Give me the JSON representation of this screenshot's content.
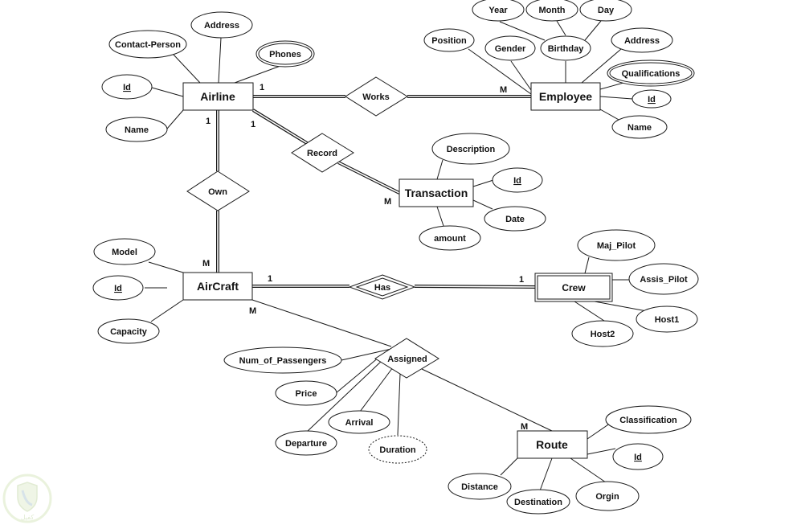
{
  "diagram": {
    "type": "er-diagram",
    "entities": [
      {
        "id": "airline",
        "label": "Airline",
        "kind": "strong"
      },
      {
        "id": "employee",
        "label": "Employee",
        "kind": "strong"
      },
      {
        "id": "transaction",
        "label": "Transaction",
        "kind": "strong"
      },
      {
        "id": "aircraft",
        "label": "AirCraft",
        "kind": "strong"
      },
      {
        "id": "crew",
        "label": "Crew",
        "kind": "weak"
      },
      {
        "id": "route",
        "label": "Route",
        "kind": "strong"
      }
    ],
    "relationships": [
      {
        "id": "works",
        "label": "Works",
        "kind": "normal"
      },
      {
        "id": "record",
        "label": "Record",
        "kind": "normal"
      },
      {
        "id": "own",
        "label": "Own",
        "kind": "normal"
      },
      {
        "id": "has",
        "label": "Has",
        "kind": "identifying"
      },
      {
        "id": "assigned",
        "label": "Assigned",
        "kind": "normal"
      }
    ],
    "attributes": [
      {
        "id": "airline-contact-person",
        "owner": "airline",
        "label": "Contact-Person",
        "kind": "simple"
      },
      {
        "id": "airline-address",
        "owner": "airline",
        "label": "Address",
        "kind": "simple"
      },
      {
        "id": "airline-phones",
        "owner": "airline",
        "label": "Phones",
        "kind": "multivalued"
      },
      {
        "id": "airline-id",
        "owner": "airline",
        "label": "Id",
        "kind": "key"
      },
      {
        "id": "airline-name",
        "owner": "airline",
        "label": "Name",
        "kind": "simple"
      },
      {
        "id": "employee-year",
        "owner": "employee-birthday",
        "label": "Year",
        "kind": "simple"
      },
      {
        "id": "employee-month",
        "owner": "employee-birthday",
        "label": "Month",
        "kind": "simple"
      },
      {
        "id": "employee-day",
        "owner": "employee-birthday",
        "label": "Day",
        "kind": "simple"
      },
      {
        "id": "employee-position",
        "owner": "employee",
        "label": "Position",
        "kind": "simple"
      },
      {
        "id": "employee-gender",
        "owner": "employee",
        "label": "Gender",
        "kind": "simple"
      },
      {
        "id": "employee-birthday",
        "owner": "employee",
        "label": "Birthday",
        "kind": "composite"
      },
      {
        "id": "employee-address",
        "owner": "employee",
        "label": "Address",
        "kind": "simple"
      },
      {
        "id": "employee-qualifications",
        "owner": "employee",
        "label": "Qualifications",
        "kind": "multivalued"
      },
      {
        "id": "employee-id",
        "owner": "employee",
        "label": "Id",
        "kind": "key"
      },
      {
        "id": "employee-name",
        "owner": "employee",
        "label": "Name",
        "kind": "simple"
      },
      {
        "id": "transaction-description",
        "owner": "transaction",
        "label": "Description",
        "kind": "simple"
      },
      {
        "id": "transaction-id",
        "owner": "transaction",
        "label": "Id",
        "kind": "key"
      },
      {
        "id": "transaction-date",
        "owner": "transaction",
        "label": "Date",
        "kind": "simple"
      },
      {
        "id": "transaction-amount",
        "owner": "transaction",
        "label": "amount",
        "kind": "simple"
      },
      {
        "id": "aircraft-model",
        "owner": "aircraft",
        "label": "Model",
        "kind": "simple"
      },
      {
        "id": "aircraft-id",
        "owner": "aircraft",
        "label": "Id",
        "kind": "key"
      },
      {
        "id": "aircraft-capacity",
        "owner": "aircraft",
        "label": "Capacity",
        "kind": "simple"
      },
      {
        "id": "crew-maj-pilot",
        "owner": "crew",
        "label": "Maj_Pilot",
        "kind": "simple"
      },
      {
        "id": "crew-assis-pilot",
        "owner": "crew",
        "label": "Assis_Pilot",
        "kind": "simple"
      },
      {
        "id": "crew-host1",
        "owner": "crew",
        "label": "Host1",
        "kind": "simple"
      },
      {
        "id": "crew-host2",
        "owner": "crew",
        "label": "Host2",
        "kind": "simple"
      },
      {
        "id": "assigned-num-passengers",
        "owner": "assigned",
        "label": "Num_of_Passengers",
        "kind": "simple"
      },
      {
        "id": "assigned-price",
        "owner": "assigned",
        "label": "Price",
        "kind": "simple"
      },
      {
        "id": "assigned-arrival",
        "owner": "assigned",
        "label": "Arrival",
        "kind": "simple"
      },
      {
        "id": "assigned-departure",
        "owner": "assigned",
        "label": "Departure",
        "kind": "simple"
      },
      {
        "id": "assigned-duration",
        "owner": "assigned",
        "label": "Duration",
        "kind": "derived"
      },
      {
        "id": "route-classification",
        "owner": "route",
        "label": "Classification",
        "kind": "simple"
      },
      {
        "id": "route-id",
        "owner": "route",
        "label": "Id",
        "kind": "key"
      },
      {
        "id": "route-distance",
        "owner": "route",
        "label": "Distance",
        "kind": "simple"
      },
      {
        "id": "route-destination",
        "owner": "route",
        "label": "Destination",
        "kind": "simple"
      },
      {
        "id": "route-orgin",
        "owner": "route",
        "label": "Orgin",
        "kind": "simple"
      }
    ],
    "links": [
      {
        "from": "airline",
        "to": "works",
        "cardinality": "1",
        "participation": "total"
      },
      {
        "from": "works",
        "to": "employee",
        "cardinality": "M",
        "participation": "total"
      },
      {
        "from": "airline",
        "to": "record",
        "cardinality": "1",
        "participation": "total"
      },
      {
        "from": "record",
        "to": "transaction",
        "cardinality": "M",
        "participation": "total"
      },
      {
        "from": "airline",
        "to": "own",
        "cardinality": "1",
        "participation": "total"
      },
      {
        "from": "own",
        "to": "aircraft",
        "cardinality": "M",
        "participation": "total"
      },
      {
        "from": "aircraft",
        "to": "has",
        "cardinality": "1",
        "participation": "total"
      },
      {
        "from": "has",
        "to": "crew",
        "cardinality": "1",
        "participation": "total"
      },
      {
        "from": "aircraft",
        "to": "assigned",
        "cardinality": "M",
        "participation": "partial"
      },
      {
        "from": "assigned",
        "to": "route",
        "cardinality": "M",
        "participation": "partial"
      }
    ]
  },
  "watermark": {
    "text": "كفيل",
    "color": "#cfe3b0"
  }
}
